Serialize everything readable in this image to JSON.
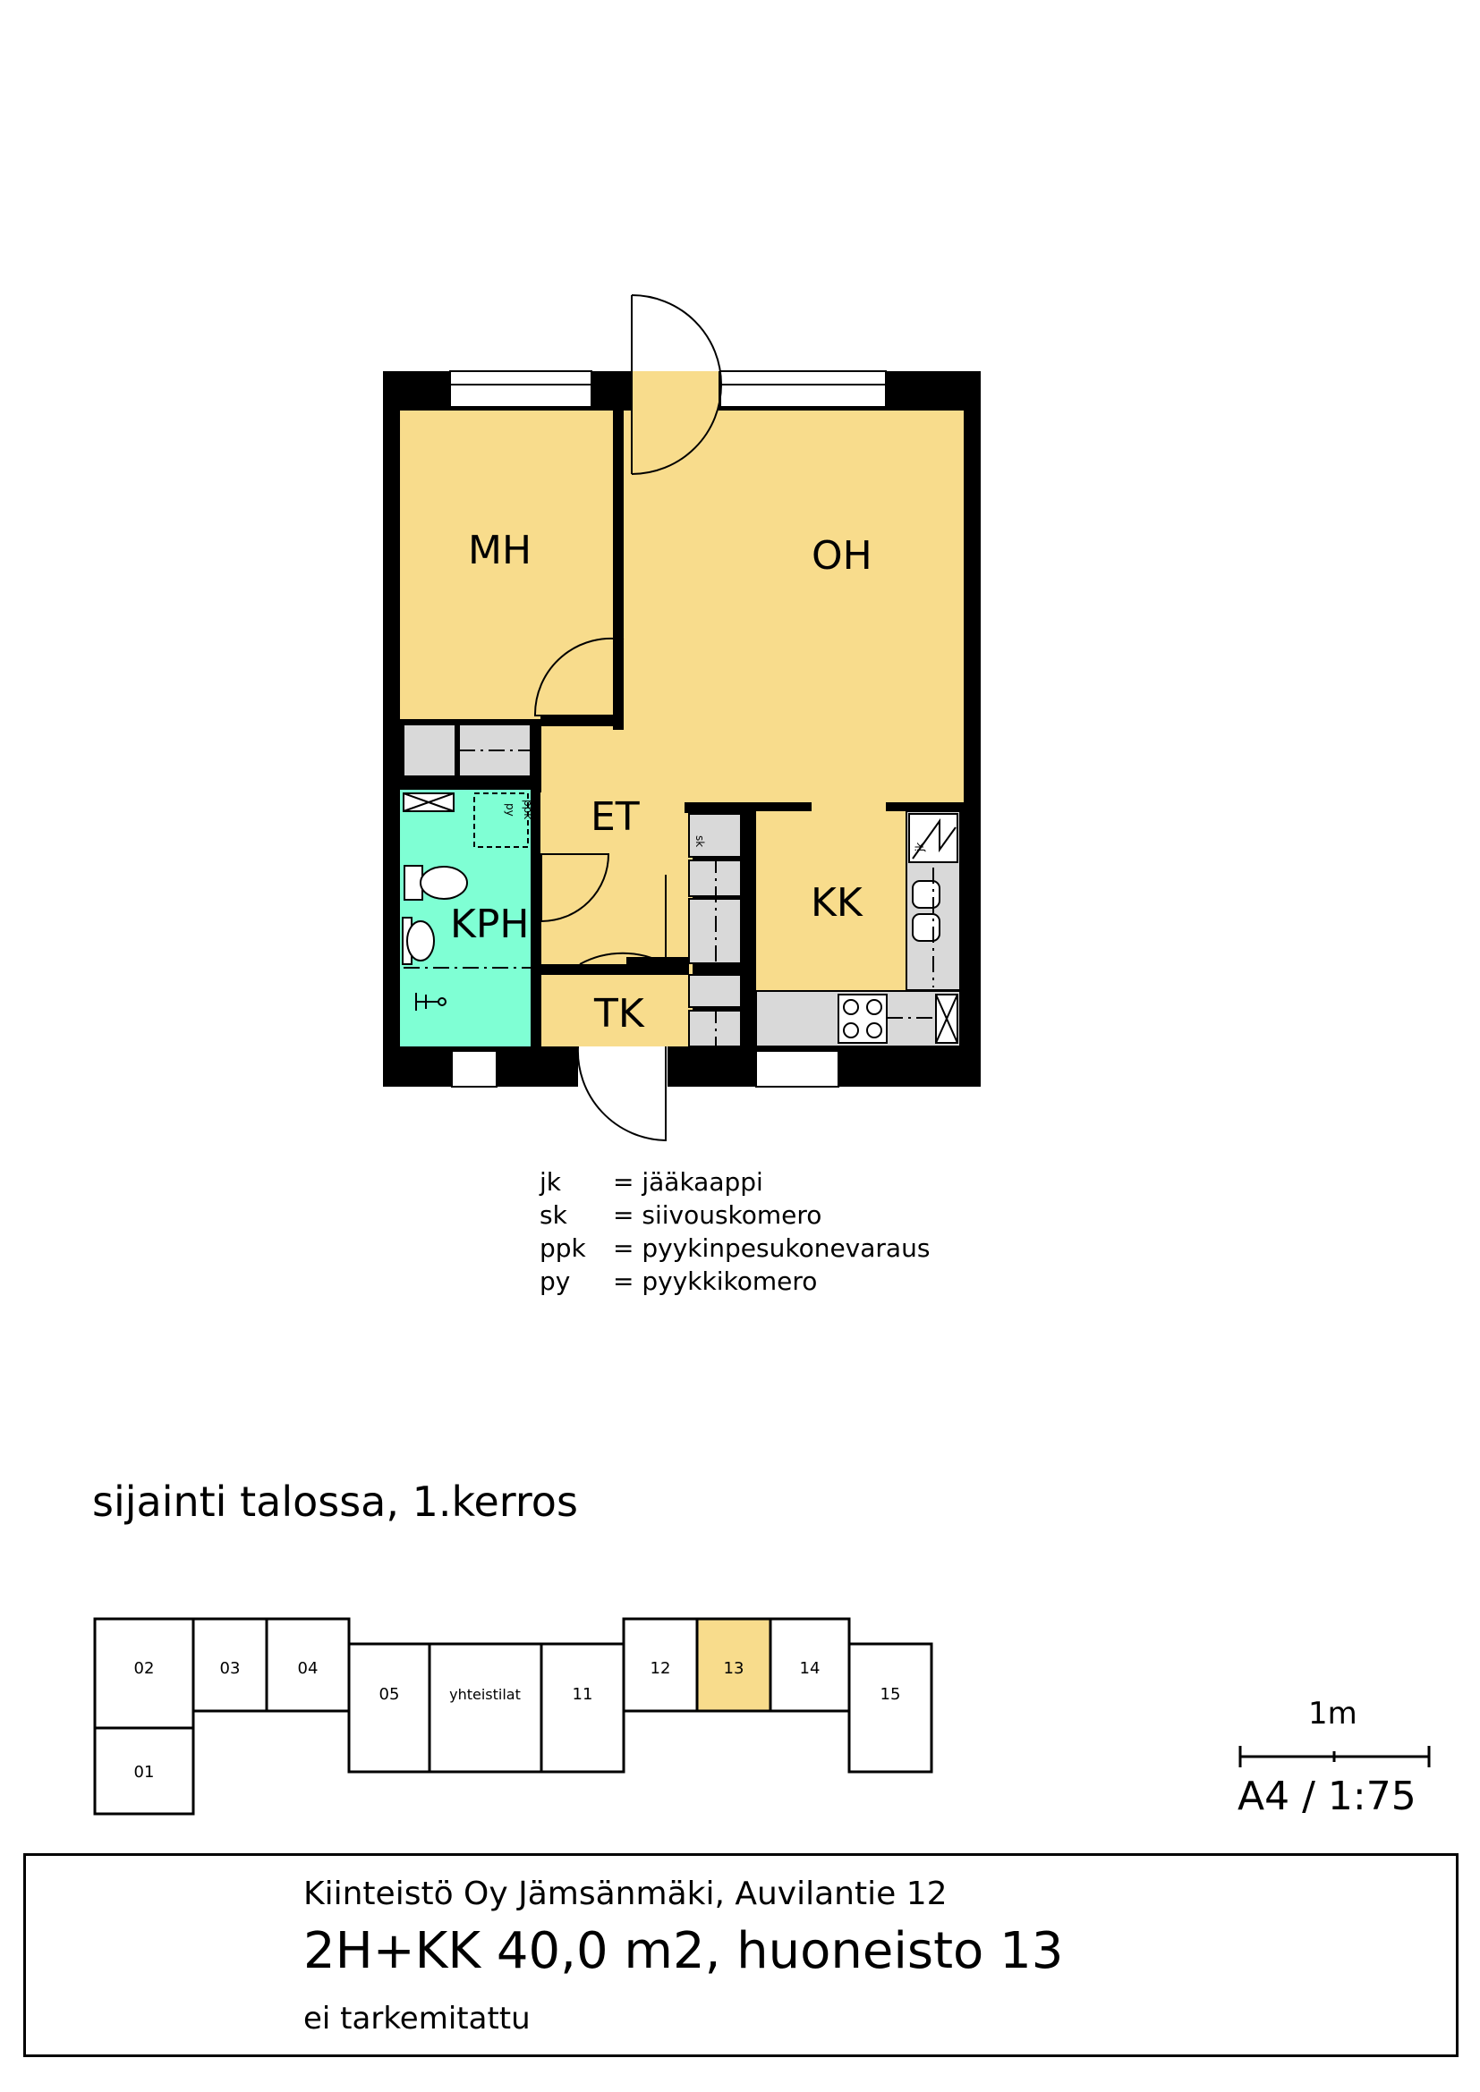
{
  "rooms": {
    "mh": "MH",
    "oh": "OH",
    "et": "ET",
    "kph": "KPH",
    "kk": "KK",
    "tk": "TK"
  },
  "fixture_labels": {
    "sk": "sk",
    "jk": "jk",
    "ppk": "ppk",
    "py": "py"
  },
  "legend": [
    {
      "code": "jk",
      "meaning": "= jääkaappi"
    },
    {
      "code": "sk",
      "meaning": "= siivouskomero"
    },
    {
      "code": "ppk",
      "meaning": "= pyykinpesukonevaraus"
    },
    {
      "code": "py",
      "meaning": "= pyykkikomero"
    }
  ],
  "location": {
    "title": "sijainti talossa, 1.kerros",
    "units": [
      "02",
      "03",
      "04",
      "05",
      "yhteistilat",
      "11",
      "12",
      "13",
      "14",
      "15",
      "01"
    ],
    "highlighted_unit": "13"
  },
  "scale": {
    "label": "1m",
    "ratio": "A4 / 1:75"
  },
  "title_block": {
    "address": "Kiinteistö Oy Jämsänmäki, Auvilantie 12",
    "apartment": "2H+KK 40,0 m2, huoneisto 13",
    "note": "ei tarkemitattu"
  },
  "colors": {
    "room_yellow": "#f8dc8c",
    "bath_cyan": "#7fffd4",
    "fixture_gray": "#d9d9d9",
    "wall": "#000000",
    "highlight_unit": "#f8dc8c"
  }
}
